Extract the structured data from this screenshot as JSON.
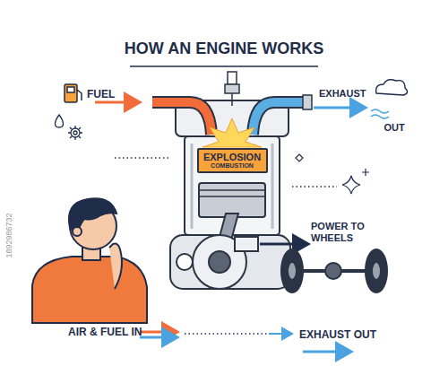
{
  "diagram": {
    "title": "HOW AN ENGINE WORKS",
    "nodes": [
      {
        "text": [
          "EXPLOSION",
          "COMBUSTION"
        ]
      }
    ],
    "labels": [
      "FUEL",
      "EXHAUST",
      "OUT",
      "POWER TO WHEELS",
      "AIR & FUEL IN",
      "EXHAUST OUT",
      "1892986732"
    ]
  }
}
